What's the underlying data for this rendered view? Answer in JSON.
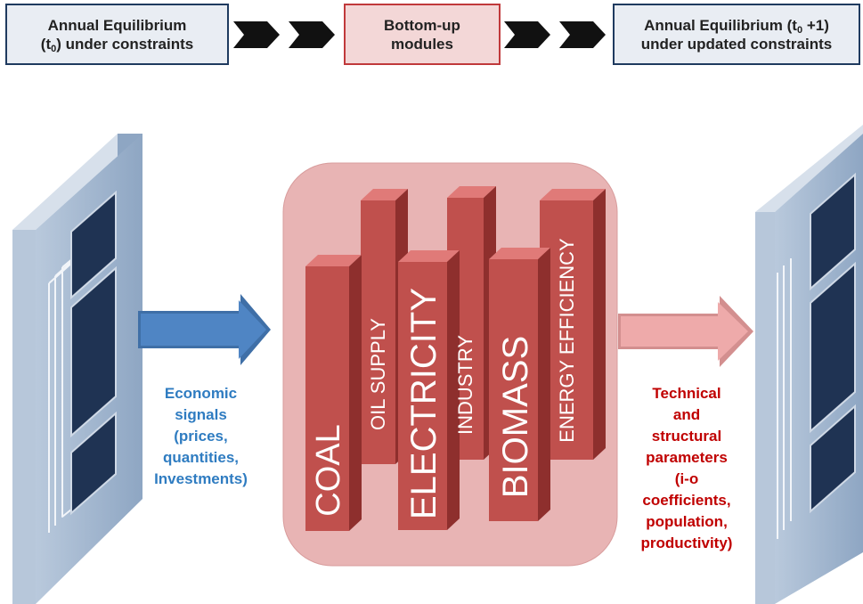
{
  "header": {
    "box1": {
      "line1": "Annual Equilibrium",
      "line2_pre": "(t",
      "line2_sub": "0",
      "line2_post": ") under constraints"
    },
    "box2": {
      "line1": "Bottom-up",
      "line2": "modules"
    },
    "box3": {
      "line1_pre": "Annual Equilibrium (t",
      "line1_sub": "0",
      "line1_post": " +1)",
      "line2": "under updated constraints"
    }
  },
  "modules": {
    "coal": "COAL",
    "oil_supply": "OIL SUPPLY",
    "electricity": "ELECTRICITY",
    "industry": "INDUSTRY",
    "biomass": "BIOMASS",
    "energy_efficiency": "ENERGY EFFICIENCY"
  },
  "left_label": [
    "Economic",
    "signals",
    "(prices,",
    "quantities,",
    "Investments)"
  ],
  "right_label": [
    "Technical",
    "and",
    "structural",
    "parameters",
    "(i-o",
    "coefficients,",
    "population,",
    "productivity)"
  ],
  "colors": {
    "navy_border": "#1f3a5f",
    "red_border": "#c0393b",
    "column_red": "#c0504d",
    "blue_arrow": "#4a7ebb",
    "pink_arrow": "#e8a0a0",
    "signals_text": "#2f7cc1",
    "params_text": "#c00000"
  }
}
